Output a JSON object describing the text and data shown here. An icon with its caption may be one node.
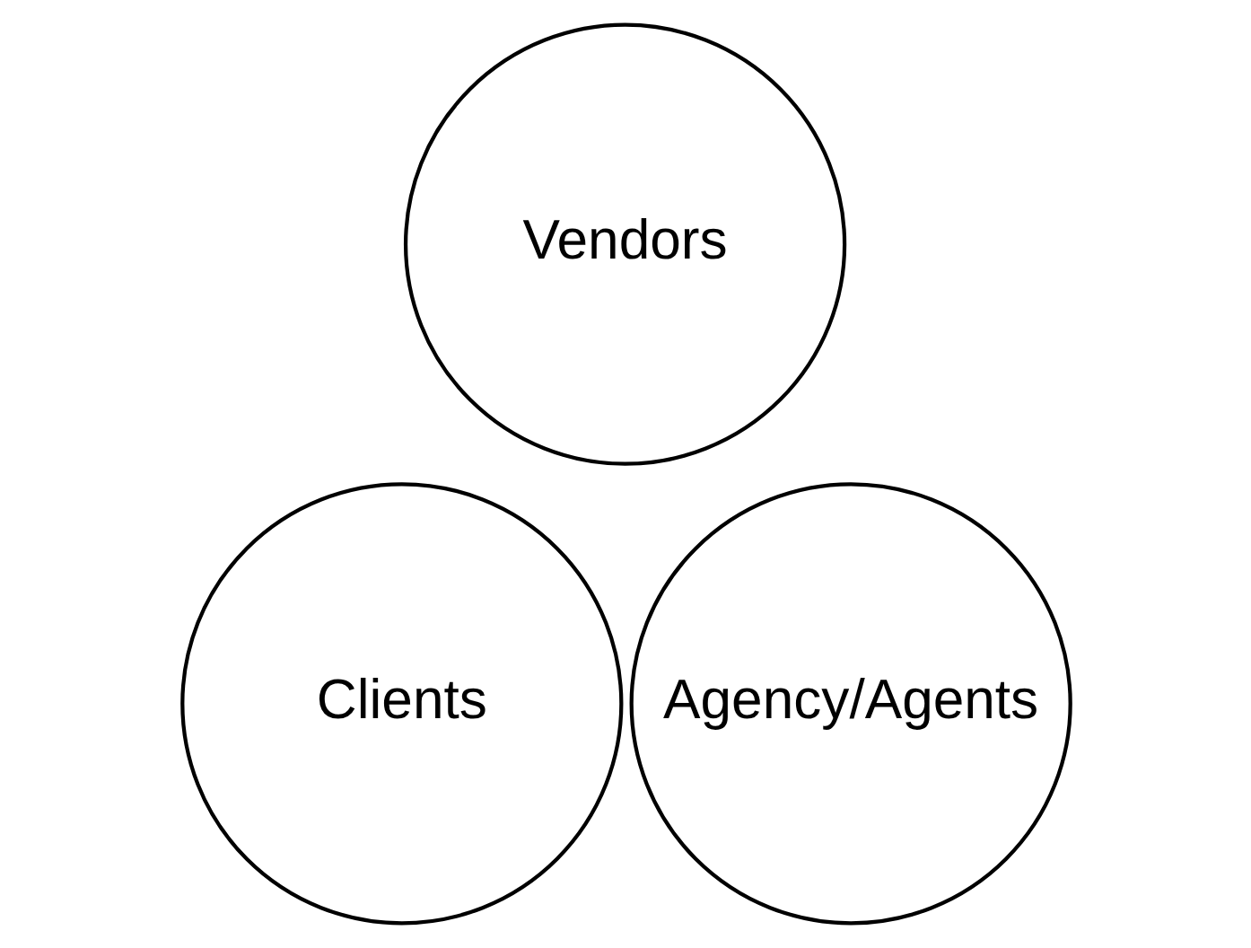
{
  "diagram": {
    "nodes": [
      {
        "text": [
          "Vendors"
        ]
      },
      {
        "text": [
          "Clients"
        ]
      },
      {
        "text": [
          "Agency/Agents"
        ]
      }
    ]
  }
}
